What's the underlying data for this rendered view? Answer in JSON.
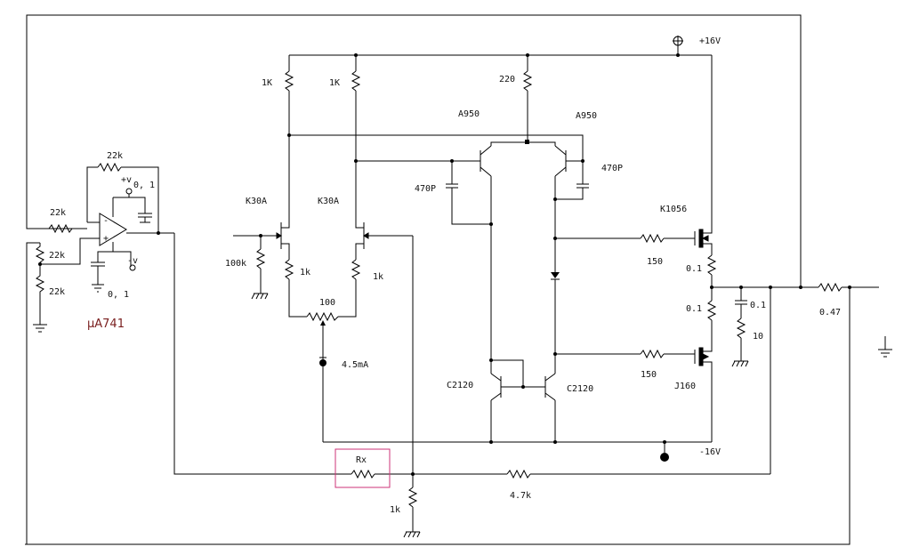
{
  "labels": {
    "opamp": "μA741",
    "r_fb": "22k",
    "r_in": "22k",
    "r_div1": "22k",
    "r_div2": "22k",
    "vplus": "+v",
    "vminus": "-v",
    "cap_top": "0, 1",
    "cap_bot": "0, 1",
    "jfet_left": "K30A",
    "jfet_right": "K30A",
    "r_100k": "100k",
    "r_1K_left": "1K",
    "r_1K_right": "1K",
    "r_1k_src_left": "1k",
    "r_1k_src_right": "1k",
    "pot_100": "100",
    "current_src": "4.5mA",
    "r_220": "220",
    "pnp_left": "A950",
    "pnp_right": "A950",
    "cap_470_left": "470P",
    "cap_470_right": "470P",
    "mos_top": "K1056",
    "mos_bot": "J160",
    "r_gate_top": "150",
    "r_gate_bot": "150",
    "r_src_top": "0.1",
    "r_src_bot": "0.1",
    "zobel_c": "0.1",
    "zobel_r": "10",
    "r_out": "0.47",
    "npn_left": "C2120",
    "npn_right": "C2120",
    "rail_pos": "+16V",
    "rail_neg": "-16V",
    "rx": "Rx",
    "r_4k7": "4.7k",
    "r_1k_bottom": "1k"
  },
  "colors": {
    "wire": "#000000",
    "rx_box": "#cc3377",
    "opamp_label": "#7a1f1f"
  }
}
